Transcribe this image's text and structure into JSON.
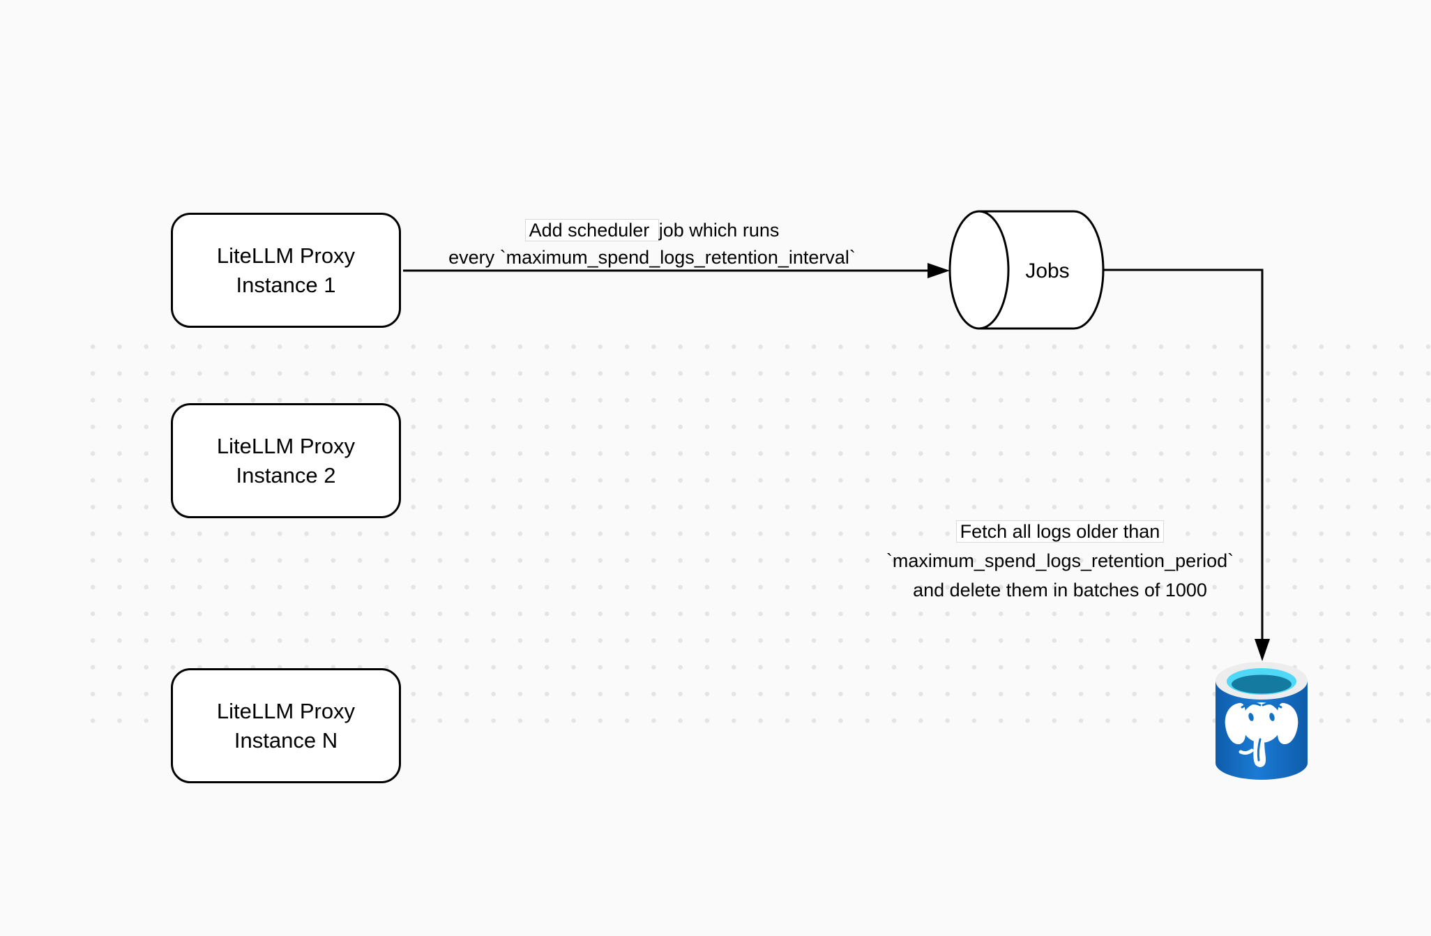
{
  "nodes": {
    "proxy_instances": [
      {
        "line1": "LiteLLM Proxy",
        "line2": "Instance 1"
      },
      {
        "line1": "LiteLLM Proxy",
        "line2": "Instance 2"
      },
      {
        "line1": "LiteLLM Proxy",
        "line2": "Instance N"
      }
    ],
    "jobs": {
      "label": "Jobs"
    },
    "postgres": {
      "icon": "postgresql-database-icon"
    }
  },
  "edges": {
    "scheduler": {
      "line1_highlight": "Add scheduler ",
      "line1_rest": "job which runs",
      "line2": "every `maximum_spend_logs_retention_interval`"
    },
    "fetch": {
      "line1": "Fetch all logs older than",
      "line2": "`maximum_spend_logs_retention_period`",
      "line3": "and delete them in batches of 1000"
    }
  },
  "colors": {
    "canvas_background": "#fafafa",
    "dot_grid": "#e4e4e4",
    "node_fill": "#ffffff",
    "node_border": "#000000",
    "edge_stroke": "#000000",
    "label_background": "#ffffff",
    "label_border": "#d9d9d9",
    "postgres_body_blue": "#1272c4",
    "postgres_body_dark_blue": "#0e5cab",
    "postgres_rim": "#ededed",
    "postgres_opening_cyan": "#4fd8f7",
    "postgres_opening_teal": "#147a9f",
    "postgres_elephant": "#ffffff"
  }
}
